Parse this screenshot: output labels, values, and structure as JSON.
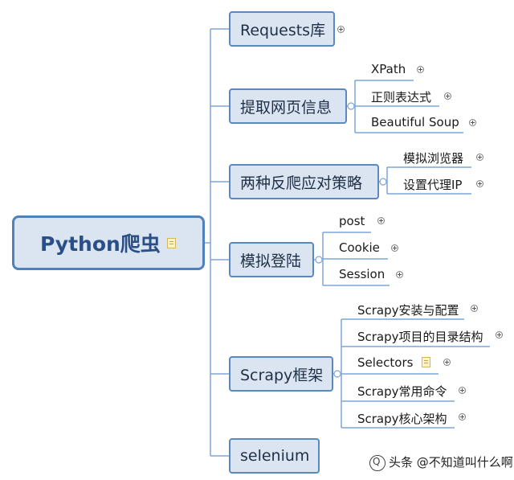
{
  "root": {
    "label": "Python爬虫",
    "has_note": true
  },
  "branches": [
    {
      "label": "Requests库",
      "children": []
    },
    {
      "label": "提取网页信息",
      "children": [
        "XPath",
        "正则表达式",
        "Beautiful Soup"
      ]
    },
    {
      "label": "两种反爬应对策略",
      "children": [
        "模拟浏览器",
        "设置代理IP"
      ]
    },
    {
      "label": "模拟登陆",
      "children": [
        "post",
        "Cookie",
        "Session"
      ]
    },
    {
      "label": "Scrapy框架",
      "children": [
        "Scrapy安装与配置",
        "Scrapy项目的目录结构",
        "Selectors",
        "Scrapy常用命令",
        "Scrapy核心架构"
      ]
    },
    {
      "label": "selenium",
      "children": []
    }
  ],
  "watermark": "头条 @不知道叫什么啊",
  "colors": {
    "line": "#7ea6d6",
    "box_fill": "#dbe5f2",
    "box_border": "#5a89c2",
    "root_text": "#2a4f86"
  }
}
